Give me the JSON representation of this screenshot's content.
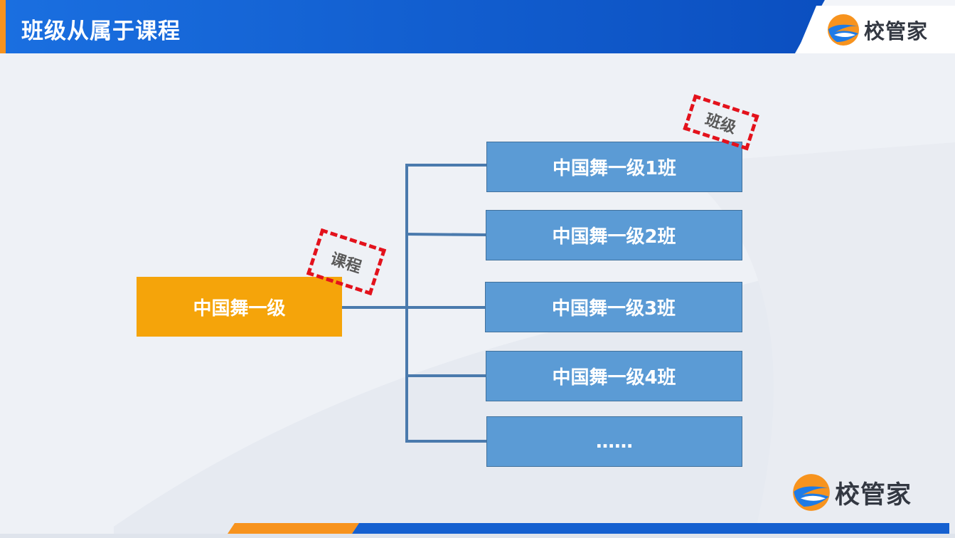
{
  "header": {
    "title": "班级从属于课程"
  },
  "logo": {
    "brand": "校管家"
  },
  "diagram": {
    "course": {
      "label": "中国舞一级",
      "tag": "课程"
    },
    "class_tag": "班级",
    "classes": [
      {
        "label": "中国舞一级1班"
      },
      {
        "label": "中国舞一级2班"
      },
      {
        "label": "中国舞一级3班"
      },
      {
        "label": "中国舞一级4班"
      },
      {
        "label": "……"
      }
    ]
  },
  "colors": {
    "header_blue": "#1560d0",
    "course_orange": "#f5a40a",
    "class_blue": "#5b9bd5",
    "tag_red": "#e3121c",
    "connector": "#4a7aad"
  }
}
